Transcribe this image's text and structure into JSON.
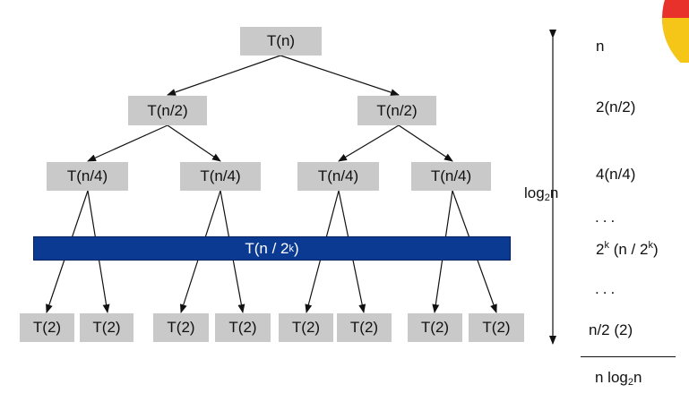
{
  "nodes": {
    "root": "T(n)",
    "l1_left": "T(n/2)",
    "l1_right": "T(n/2)",
    "l2_a": "T(n/4)",
    "l2_b": "T(n/4)",
    "l2_c": "T(n/4)",
    "l2_d": "T(n/4)",
    "leaves": [
      "T(2)",
      "T(2)",
      "T(2)",
      "T(2)",
      "T(2)",
      "T(2)",
      "T(2)",
      "T(2)"
    ]
  },
  "band": {
    "prefix": "T(n / 2",
    "sup": "k",
    "suffix": ")"
  },
  "height_label": {
    "base": "log",
    "sub": "2",
    "arg": "n"
  },
  "level_costs": {
    "level0": "n",
    "level1": "2(n/2)",
    "level2": "4(n/4)",
    "dots1": "...",
    "levelk": {
      "p1": "2",
      "sup1": "k",
      "p2": " (n / 2",
      "sup2": "k",
      "p3": ")"
    },
    "dots2": "...",
    "leaf": "n/2 (2)"
  },
  "total": {
    "prefix": "n log",
    "sub": "2",
    "suffix": "n"
  },
  "colors": {
    "node_fill": "#c9c9c9",
    "band_fill": "#0b3a93",
    "line": "#111111",
    "pie_red": "#e8312a",
    "pie_yellow": "#f5c518"
  }
}
